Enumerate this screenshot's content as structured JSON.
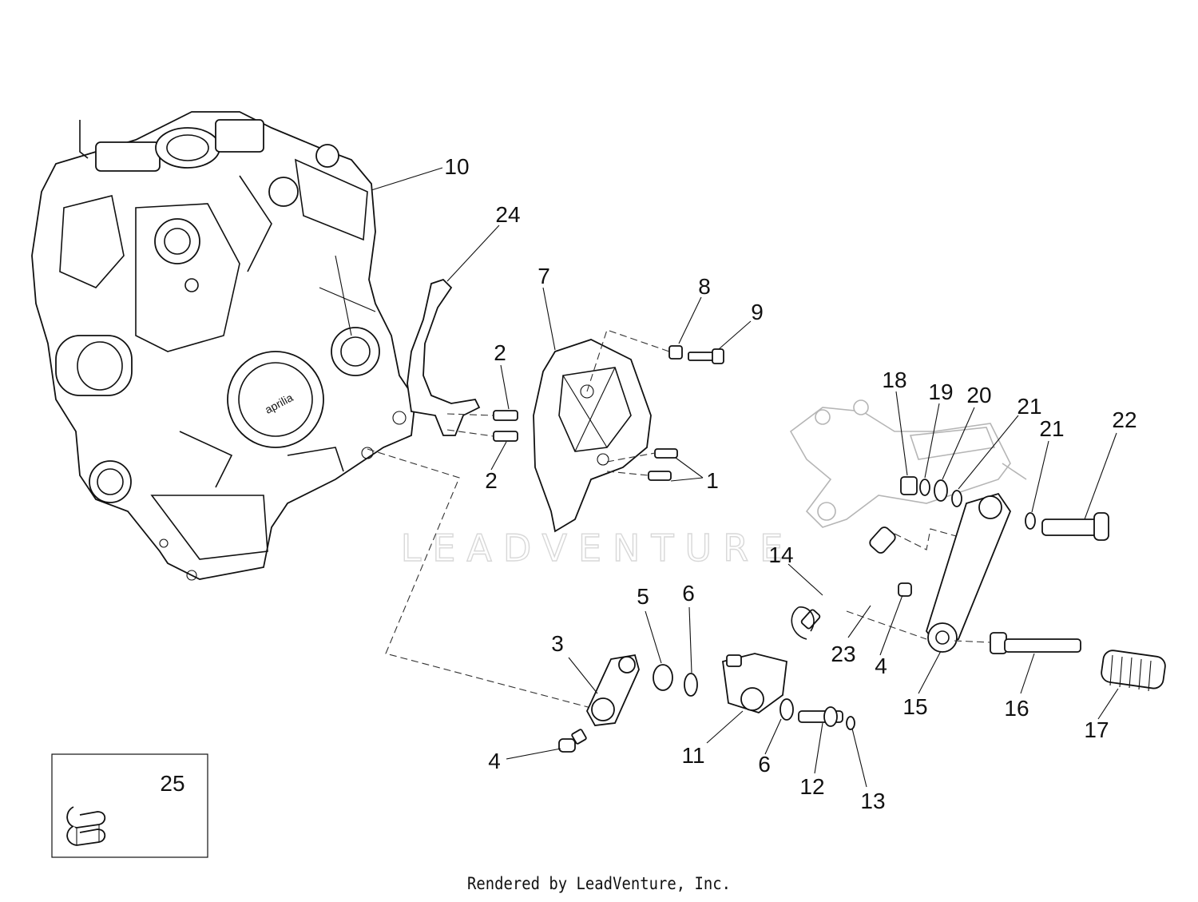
{
  "watermark": "LEADVENTURE",
  "credit": "Rendered by LeadVenture, Inc.",
  "callouts": [
    {
      "id": "c10",
      "label": "10"
    },
    {
      "id": "c24",
      "label": "24"
    },
    {
      "id": "c7",
      "label": "7"
    },
    {
      "id": "c8",
      "label": "8"
    },
    {
      "id": "c9",
      "label": "9"
    },
    {
      "id": "c2a",
      "label": "2"
    },
    {
      "id": "c2b",
      "label": "2"
    },
    {
      "id": "c1",
      "label": "1"
    },
    {
      "id": "c18",
      "label": "18"
    },
    {
      "id": "c19",
      "label": "19"
    },
    {
      "id": "c20",
      "label": "20"
    },
    {
      "id": "c21a",
      "label": "21"
    },
    {
      "id": "c21b",
      "label": "21"
    },
    {
      "id": "c22",
      "label": "22"
    },
    {
      "id": "c14",
      "label": "14"
    },
    {
      "id": "c5",
      "label": "5"
    },
    {
      "id": "c6a",
      "label": "6"
    },
    {
      "id": "c3",
      "label": "3"
    },
    {
      "id": "c4a",
      "label": "4"
    },
    {
      "id": "c11",
      "label": "11"
    },
    {
      "id": "c6b",
      "label": "6"
    },
    {
      "id": "c12",
      "label": "12"
    },
    {
      "id": "c13",
      "label": "13"
    },
    {
      "id": "c23",
      "label": "23"
    },
    {
      "id": "c4b",
      "label": "4"
    },
    {
      "id": "c15",
      "label": "15"
    },
    {
      "id": "c16",
      "label": "16"
    },
    {
      "id": "c17",
      "label": "17"
    },
    {
      "id": "c25",
      "label": "25"
    }
  ]
}
